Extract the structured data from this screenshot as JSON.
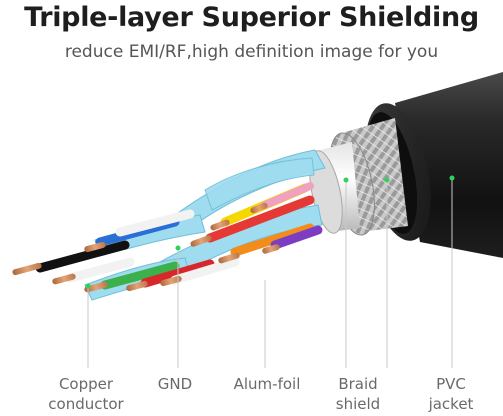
{
  "header": {
    "title": "Triple-layer Superior Shielding",
    "subtitle": "reduce EMI/RF,high definition image for you"
  },
  "labels": [
    {
      "line1": "Copper",
      "line2": "conductor"
    },
    {
      "line1": "GND",
      "line2": ""
    },
    {
      "line1": "Alum-foil",
      "line2": ""
    },
    {
      "line1": "Braid",
      "line2": "shield"
    },
    {
      "line1": "PVC",
      "line2": "jacket"
    }
  ],
  "colors": {
    "jacket": "#1b1b1b",
    "braid": "#b9b9b9",
    "foil": "#9fdcef",
    "leader_line": "#c8c8c8",
    "marker": "#2fd35a"
  }
}
